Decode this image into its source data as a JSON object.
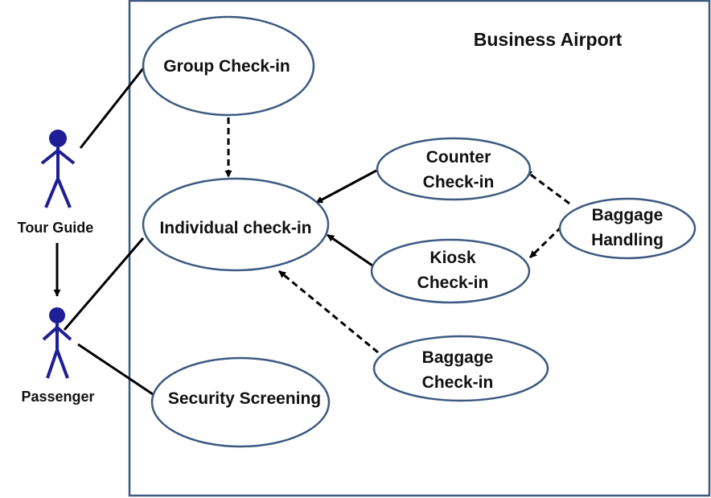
{
  "system": {
    "title": "Business Airport",
    "border_color": "#3d5a80"
  },
  "actors": {
    "tour_guide": {
      "label": "Tour Guide",
      "color": "#1e1e96"
    },
    "passenger": {
      "label": "Passenger",
      "color": "#1e1e96"
    }
  },
  "use_cases": {
    "group_checkin": {
      "lines": [
        "Group Check-in"
      ]
    },
    "individual_checkin": {
      "lines": [
        "Individual check-in"
      ]
    },
    "counter_checkin": {
      "lines": [
        "Counter",
        "Check-in"
      ]
    },
    "kiosk_checkin": {
      "lines": [
        "Kiosk",
        "Check-in"
      ]
    },
    "baggage_handling": {
      "lines": [
        "Baggage",
        "Handling"
      ]
    },
    "baggage_checkin": {
      "lines": [
        "Baggage",
        "Check-in"
      ]
    },
    "security_screening": {
      "lines": [
        "Security Screening"
      ]
    }
  },
  "relationships": [
    {
      "from": "tour_guide",
      "to": "group_checkin",
      "type": "association"
    },
    {
      "from": "tour_guide",
      "to": "passenger",
      "type": "generalization"
    },
    {
      "from": "passenger",
      "to": "individual_checkin",
      "type": "association"
    },
    {
      "from": "passenger",
      "to": "security_screening",
      "type": "association"
    },
    {
      "from": "group_checkin",
      "to": "individual_checkin",
      "type": "dependency"
    },
    {
      "from": "counter_checkin",
      "to": "individual_checkin",
      "type": "generalization"
    },
    {
      "from": "kiosk_checkin",
      "to": "individual_checkin",
      "type": "generalization"
    },
    {
      "from": "baggage_checkin",
      "to": "individual_checkin",
      "type": "dependency"
    },
    {
      "from": "baggage_handling",
      "to": "counter_checkin",
      "type": "dependency"
    },
    {
      "from": "baggage_handling",
      "to": "kiosk_checkin",
      "type": "dependency"
    }
  ],
  "colors": {
    "line": "#000000",
    "ellipse_stroke": "#3d5a80",
    "ellipse_fill": "#ffffff"
  }
}
